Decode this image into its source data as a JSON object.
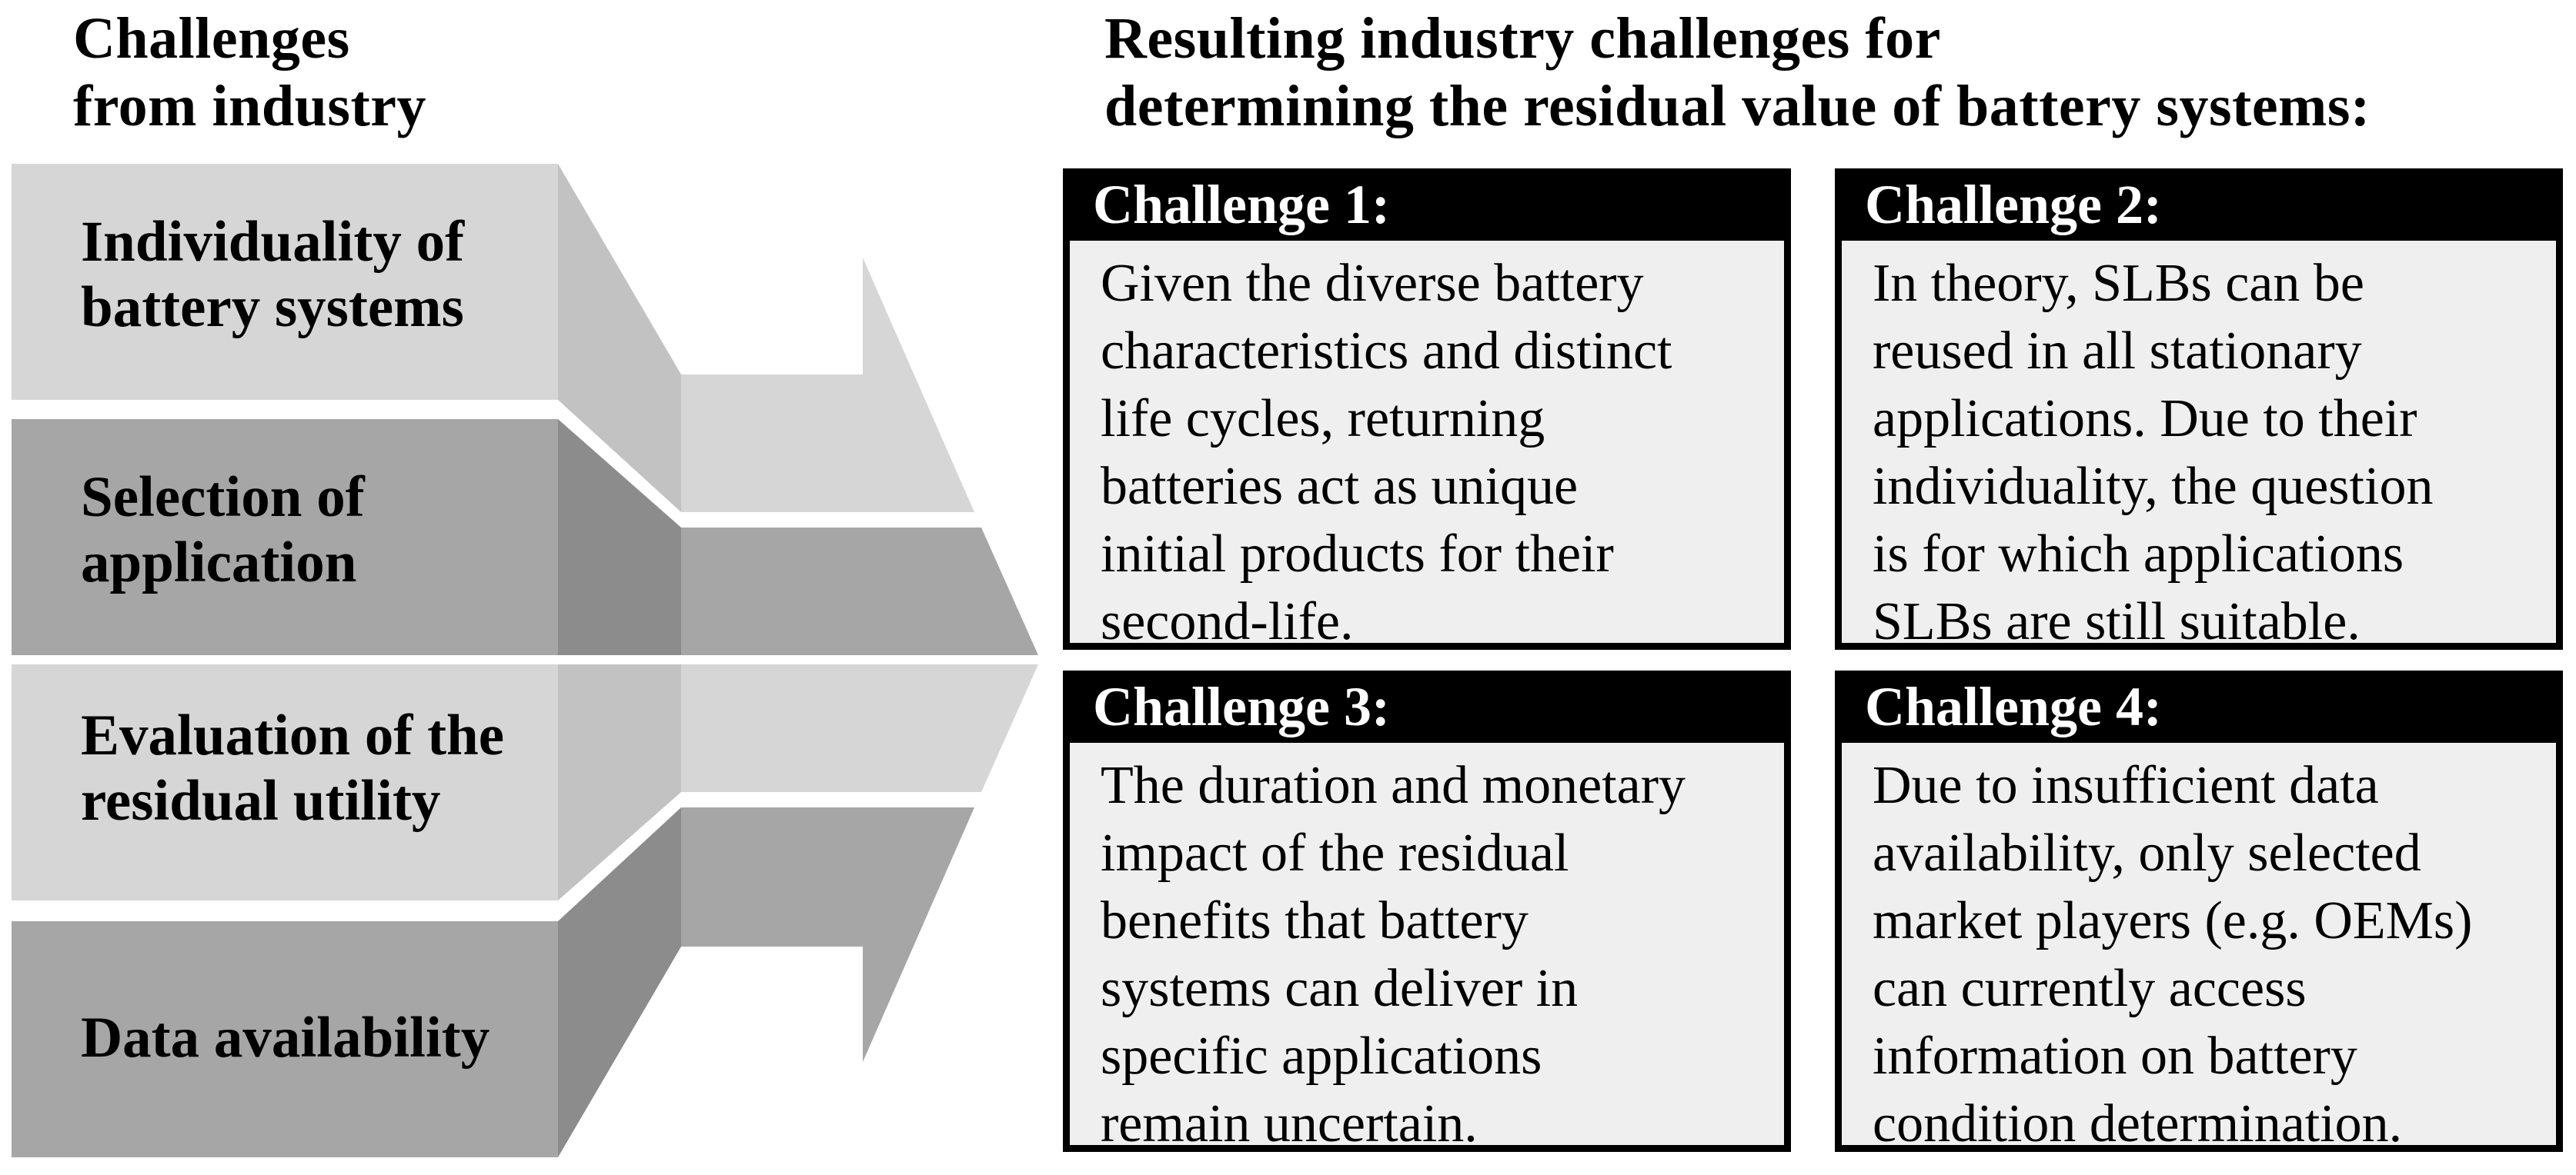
{
  "colors": {
    "light": "#d6d6d6",
    "light_bevel": "#c2c2c2",
    "dark": "#a6a6a6",
    "dark_bevel": "#8c8c8c",
    "box_body": "#efefef",
    "header_bg": "#000000",
    "header_text": "#ffffff"
  },
  "left": {
    "title": "Challenges\nfrom industry",
    "bars": [
      {
        "label": "Individuality of\nbattery systems",
        "tone": "light"
      },
      {
        "label": "Selection of\napplication",
        "tone": "dark"
      },
      {
        "label": "Evaluation of the\nresidual utility",
        "tone": "light"
      },
      {
        "label": "Data availability",
        "tone": "dark"
      }
    ]
  },
  "right": {
    "title": "Resulting industry challenges for\ndetermining the residual value of battery systems:",
    "boxes": [
      {
        "header": "Challenge 1:",
        "body": "Given the diverse battery\ncharacteristics and distinct\nlife cycles, returning\nbatteries act as unique\ninitial products for their\nsecond-life."
      },
      {
        "header": "Challenge 2:",
        "body": "In theory, SLBs can be\nreused in all stationary\napplications. Due to their\nindividuality, the question\nis for which applications\nSLBs are still suitable."
      },
      {
        "header": "Challenge 3:",
        "body": "The duration and monetary\nimpact of the residual\nbenefits that battery\nsystems can deliver in\nspecific applications\nremain uncertain."
      },
      {
        "header": "Challenge 4:",
        "body": "Due to insufficient data\navailability, only selected\nmarket players (e.g. OEMs)\ncan currently access\ninformation on battery\ncondition determination."
      }
    ]
  }
}
